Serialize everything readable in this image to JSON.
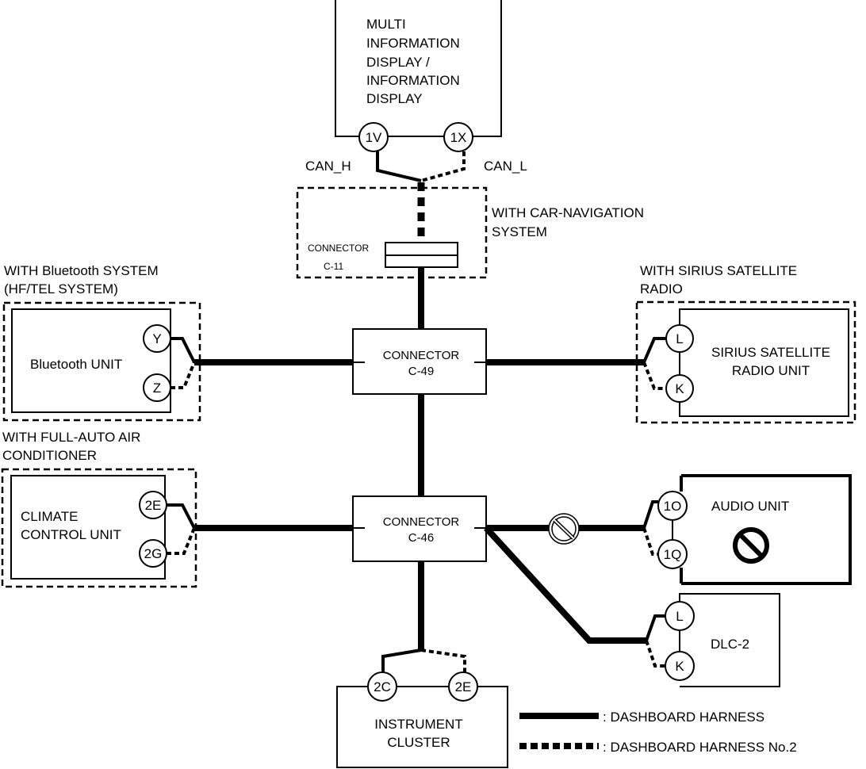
{
  "units": {
    "mid": {
      "lines": [
        "MULTI",
        "INFORMATION",
        "DISPLAY /",
        "INFORMATION",
        "DISPLAY"
      ],
      "pins": [
        "1V",
        "1X"
      ]
    },
    "can_h": "CAN_H",
    "can_l": "CAN_L",
    "c11": {
      "label": [
        "CONNECTOR",
        "C-11"
      ],
      "option": [
        "WITH CAR-NAVIGATION",
        "SYSTEM"
      ]
    },
    "c49": {
      "label": [
        "CONNECTOR",
        "C-49"
      ]
    },
    "c46": {
      "label": [
        "CONNECTOR",
        "C-46"
      ]
    },
    "bluetooth": {
      "option": [
        "WITH Bluetooth SYSTEM",
        "(HF/TEL SYSTEM)"
      ],
      "name": "Bluetooth UNIT",
      "pins": [
        "Y",
        "Z"
      ]
    },
    "sirius": {
      "option": [
        "WITH SIRIUS SATELLITE",
        "RADIO"
      ],
      "name": [
        "SIRIUS SATELLITE",
        "RADIO UNIT"
      ],
      "pins": [
        "L",
        "K"
      ]
    },
    "climate": {
      "option": [
        "WITH FULL-AUTO AIR",
        "CONDITIONER"
      ],
      "name": [
        "CLIMATE",
        "CONTROL UNIT"
      ],
      "pins": [
        "2E",
        "2G"
      ]
    },
    "audio": {
      "name": "AUDIO UNIT",
      "pins": [
        "1O",
        "1Q"
      ],
      "icon": "prohibited-icon"
    },
    "dlc": {
      "name": "DLC-2",
      "pins": [
        "L",
        "K"
      ]
    },
    "cluster": {
      "name": [
        "INSTRUMENT",
        "CLUSTER"
      ],
      "pins": [
        "2C",
        "2E"
      ]
    }
  },
  "legend": [
    {
      "style": "solid",
      "label": ": DASHBOARD HARNESS"
    },
    {
      "style": "dashed",
      "label": ": DASHBOARD HARNESS No.2"
    }
  ]
}
